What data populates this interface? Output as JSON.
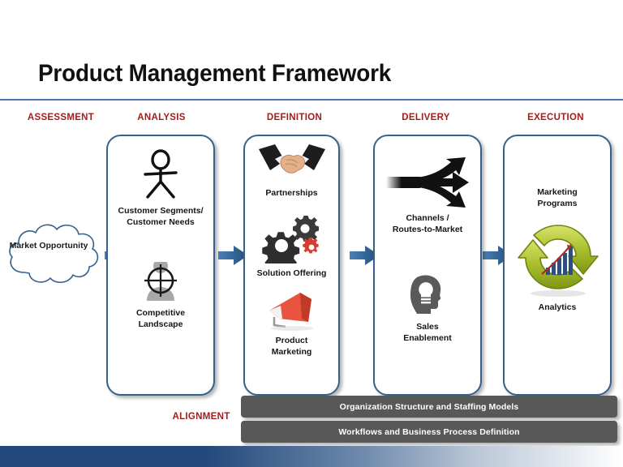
{
  "slide": {
    "title": "Product Management Framework",
    "accent_red": "#a51c1c",
    "card_border": "#36618e",
    "bar_gray": "#585858",
    "footer_blue": "#23497c"
  },
  "stages": [
    {
      "key": "assessment",
      "header": "ASSESSMENT"
    },
    {
      "key": "analysis",
      "header": "ANALYSIS"
    },
    {
      "key": "definition",
      "header": "DEFINITION"
    },
    {
      "key": "delivery",
      "header": "DELIVERY"
    },
    {
      "key": "execution",
      "header": "EXECUTION"
    }
  ],
  "assessment": {
    "cloud_label": "Market\nOpportunity",
    "icon": "cloud-shape"
  },
  "analysis": {
    "items": [
      {
        "label": "Customer Segments/\nCustomer Needs",
        "icon": "stick-figure-icon"
      },
      {
        "label": "Competitive\nLandscape",
        "icon": "target-person-icon"
      }
    ]
  },
  "definition": {
    "items": [
      {
        "label": "Partnerships",
        "icon": "handshake-icon"
      },
      {
        "label": "Solution Offering",
        "icon": "gears-icon"
      },
      {
        "label": "Product\nMarketing",
        "icon": "megaphone-icon"
      }
    ]
  },
  "delivery": {
    "items": [
      {
        "label": "Channels /\nRoutes-to-Market",
        "icon": "branching-arrows-icon"
      },
      {
        "label": "Sales\nEnablement",
        "icon": "head-lightbulb-icon"
      }
    ]
  },
  "execution": {
    "items": [
      {
        "label": "Marketing\nPrograms",
        "icon": "cycle-chart-icon"
      },
      {
        "label": "Analytics",
        "icon": "cycle-chart-icon"
      }
    ]
  },
  "arrows": [
    {
      "name": "arrow-assessment-to-analysis"
    },
    {
      "name": "arrow-analysis-to-definition"
    },
    {
      "name": "arrow-definition-to-delivery"
    },
    {
      "name": "arrow-delivery-to-execution"
    }
  ],
  "alignment": {
    "label": "ALIGNMENT",
    "bars": [
      "Organization Structure and Staffing Models",
      "Workflows and Business Process Definition"
    ]
  }
}
